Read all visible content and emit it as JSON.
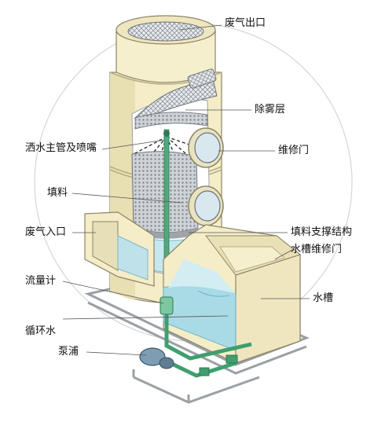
{
  "labels": {
    "exhaust_outlet": "废气出口",
    "demister_layer": "除雾层",
    "spray_pipe_nozzle": "洒水主管及喷嘴",
    "maintenance_door": "维修门",
    "packing": "填料",
    "inlet": "废气入口",
    "packing_support": "填料支撑结构",
    "tank_door": "水槽维修门",
    "flowmeter": "流量计",
    "water_tank": "水槽",
    "circulating_water": "循环水",
    "pump": "泵浦"
  },
  "colors": {
    "shell": "#f4edc8",
    "shell_shadow": "#e3d9a9",
    "water": "#a9dbe6",
    "packing": "#c9ccd1",
    "pipe_green": "#3f9f6d",
    "line": "#555555"
  }
}
